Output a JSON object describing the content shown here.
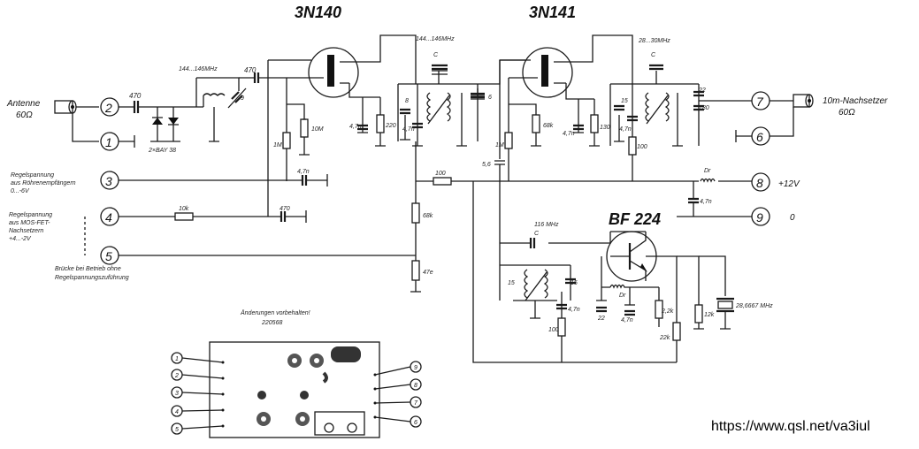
{
  "tubes": {
    "left": "3N140",
    "right": "3N141",
    "transistor": "BF 224"
  },
  "connectors": [
    "1",
    "2",
    "3",
    "4",
    "5",
    "6",
    "7",
    "8",
    "9"
  ],
  "labels": {
    "antenna": "Antenne",
    "antenna_imp": "60Ω",
    "bay": "2×BAY 38",
    "freq_in": "144...146MHz",
    "freq_mid": "144...146MHz",
    "freq_out": "28...30MHz",
    "freq_osc": "116 MHz",
    "crystal": "28,6667 MHz",
    "out_label": "10m-Nachsetzer",
    "out_imp": "60Ω",
    "supply": "+12V",
    "ground": "0",
    "reg1_a": "Regelspannung",
    "reg1_b": "aus Röhrenempfängern",
    "reg1_c": "0...-6V",
    "reg2_a": "Regelspannung",
    "reg2_b": "aus MOS-FET-",
    "reg2_c": "Nachsetzern",
    "reg2_d": "+4...-2V",
    "bridge_a": "Brücke bei Betrieb ohne",
    "bridge_b": "Regelspannungszuführung",
    "changes_a": "Änderungen vorbehalten!",
    "changes_b": "220568",
    "ck": "C",
    "dr": "Dr",
    "url": "https://www.qsl.net/va3iul"
  },
  "components": {
    "c470a": "470",
    "c470b": "470",
    "c470c": "470",
    "c9": "9",
    "c4n7a": "4,7n",
    "c4n7b": "4,7n",
    "c4n7c": "4,7n",
    "c4n7d": "4,7n",
    "c4n7e": "4,7n",
    "c4n7f": "4,7n",
    "c4n7g": "4,7n",
    "r10m": "10M",
    "r1m_a": "1M",
    "r1m_b": "1M",
    "r220": "220",
    "r68k_a": "68k",
    "r68k_b": "68k",
    "r130": "130",
    "r100a": "100",
    "r100b": "100",
    "r100c": "100",
    "r10k": "10k",
    "r47e": "47e",
    "c8": "8",
    "c6": "6",
    "c15a": "15",
    "c15b": "15",
    "c15c": "15",
    "c22a": "22",
    "c22b": "22",
    "c180": "180",
    "c5_6": "5,6",
    "r2_2k": "2,2k",
    "r22k": "22k",
    "r12k": "12k"
  }
}
